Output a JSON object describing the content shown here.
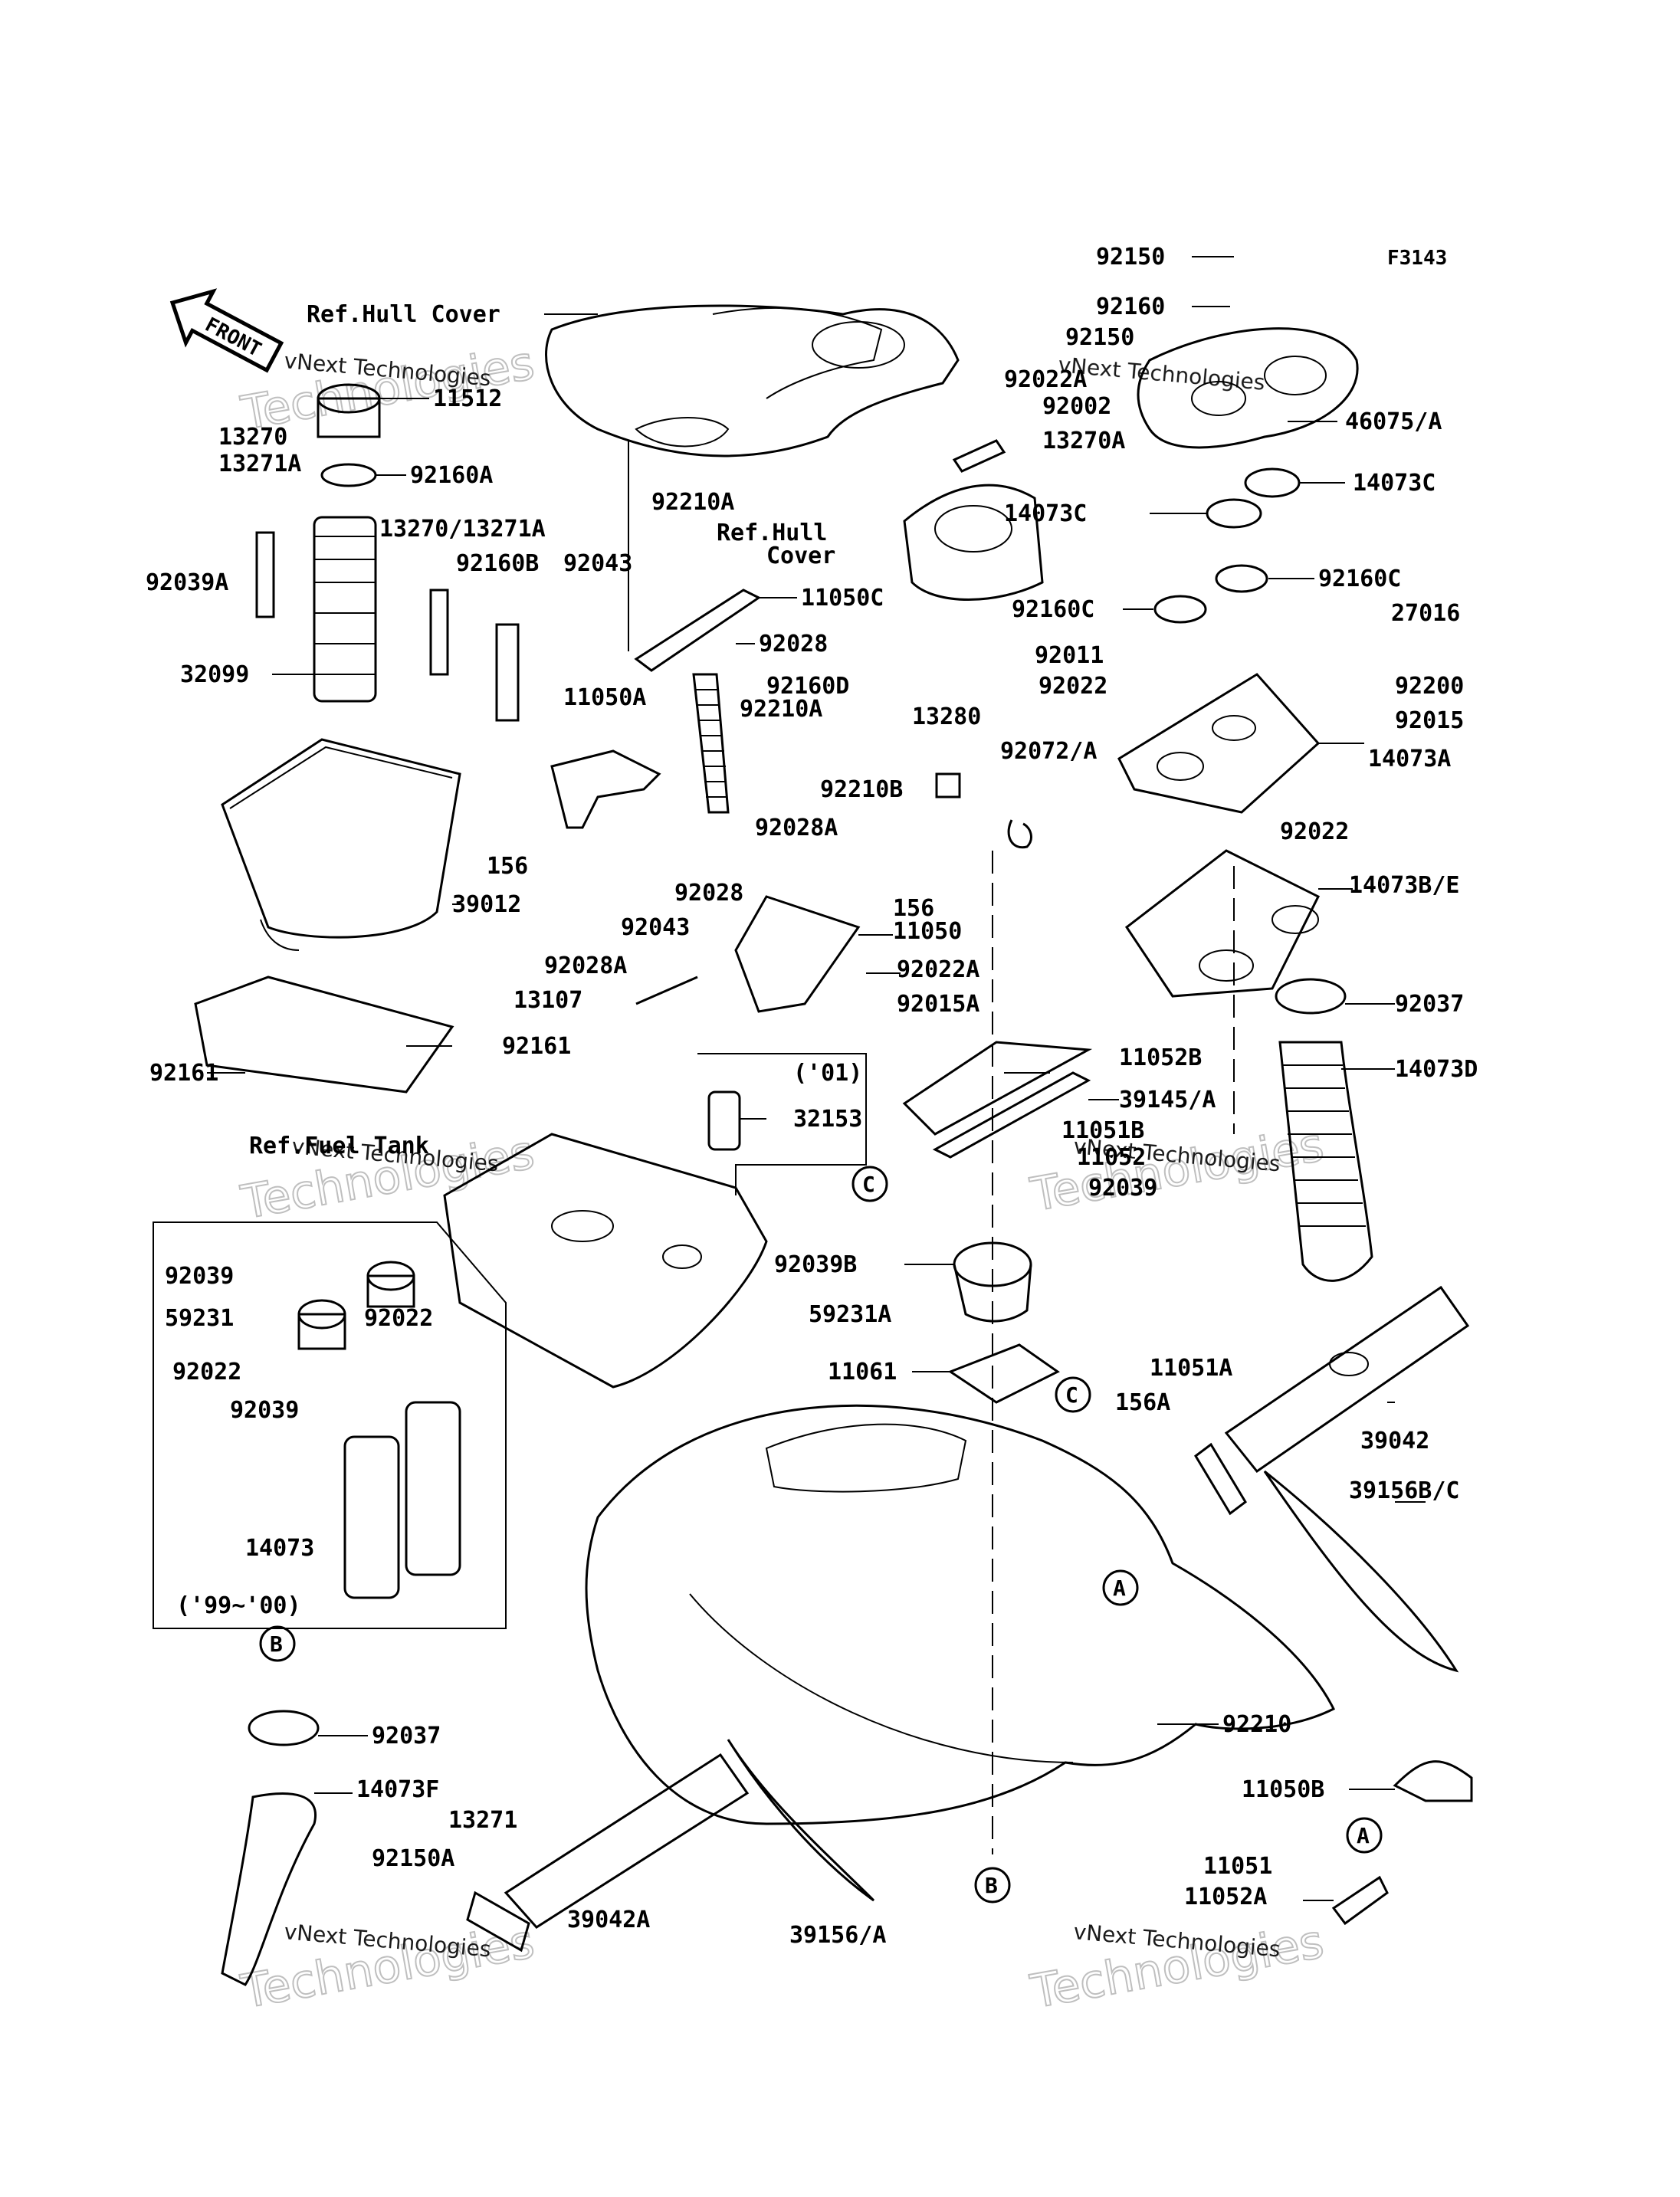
{
  "diagram_id": "F3143",
  "front_label": "FRONT",
  "watermark": "vNext Technologies",
  "watermark_big": "Technologies",
  "ref_notes": {
    "hull_cover_top": "Ref.Hull Cover",
    "hull_cover_mid_1": "Ref.Hull",
    "hull_cover_mid_2": "Cover",
    "fuel_tank": "Ref.Fuel Tank"
  },
  "year_notes": {
    "y01": "('01)",
    "y99_00": "('99~'00)"
  },
  "callouts": [
    "A",
    "B",
    "C"
  ],
  "part_labels": [
    "92150",
    "92160",
    "92150",
    "92022A",
    "92002",
    "13270A",
    "46075/A",
    "14073C",
    "14073C",
    "92160C",
    "92160C",
    "27016",
    "92011",
    "92022",
    "92200",
    "92015",
    "14073A",
    "92022",
    "14073B/E",
    "92037",
    "14073D",
    "11512",
    "13270",
    "13271A",
    "92160A",
    "92039A",
    "13270/13271A",
    "92160B",
    "92043",
    "32099",
    "92210A",
    "11050C",
    "92028",
    "92160D",
    "92210A",
    "11050A",
    "13280",
    "92072/A",
    "92210B",
    "92028A",
    "156",
    "39012",
    "156",
    "92043",
    "92028",
    "11050",
    "92028A",
    "92022A",
    "13107",
    "92015A",
    "92161",
    "92161",
    "11052B",
    "39145/A",
    "11051B",
    "11052",
    "92039",
    "32153",
    "92039B",
    "59231A",
    "11061",
    "92039",
    "59231",
    "92022",
    "92022",
    "92039",
    "14073",
    "11051A",
    "156A",
    "39042",
    "39156B/C",
    "92210",
    "92037",
    "14073F",
    "13271",
    "92150A",
    "39042A",
    "39156/A",
    "11050B",
    "11051",
    "11052A"
  ]
}
